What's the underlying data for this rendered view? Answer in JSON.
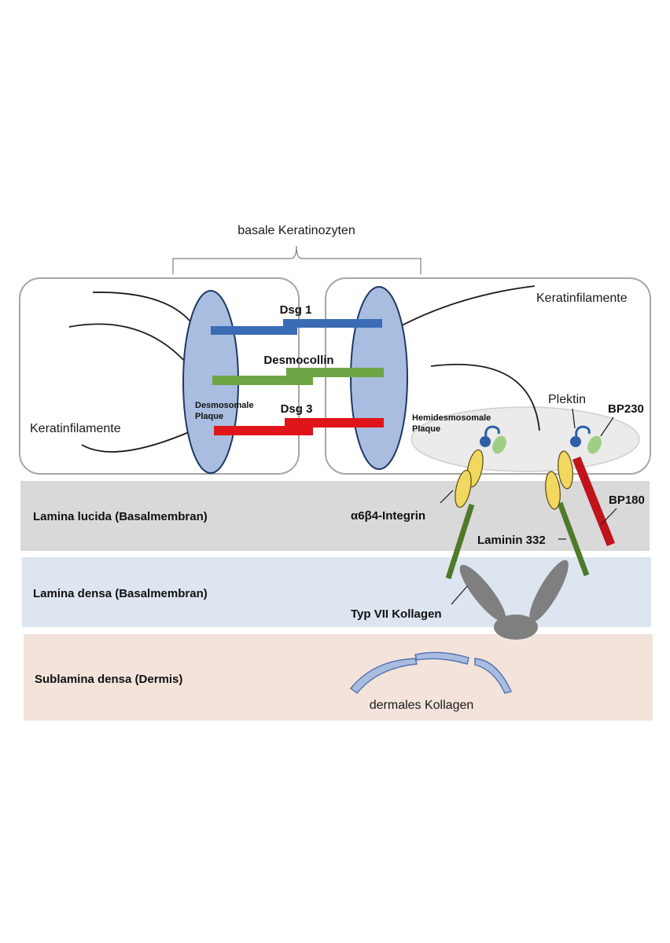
{
  "header": {
    "title": "basale Keratinozyten"
  },
  "cells": {
    "left_filament_label": "Keratinfilamente",
    "right_filament_label": "Keratinfilamente",
    "desmosome_plaque_line1": "Desmosomale",
    "desmosome_plaque_line2": "Plaque",
    "hemidesmosome_plaque_line1": "Hemidesmosomale",
    "hemidesmosome_plaque_line2": "Plaque"
  },
  "cadherins": {
    "dsg1": "Dsg 1",
    "desmocollin": "Desmocollin",
    "dsg3": "Dsg 3"
  },
  "hemidesmosome": {
    "plektin": "Plektin",
    "bp230": "BP230",
    "integrin": "α6β4-Integrin",
    "bp180": "BP180",
    "laminin": "Laminin 332",
    "collagen7": "Typ VII Kollagen"
  },
  "layers": {
    "lucida": "Lamina lucida (Basalmembran)",
    "densa": "Lamina densa (Basalmembran)",
    "sublamina": "Sublamina densa (Dermis)",
    "dermal_collagen": "dermales Kollagen"
  },
  "colors": {
    "dsg1": "#3a6cb5",
    "desmocollin": "#6ea544",
    "dsg3": "#e0141b",
    "plaque": "#a9bde0",
    "integrin": "#f2d760",
    "laminin": "#4f7a2a",
    "bp180": "#c0141b",
    "collagen7": "#7f7f7f",
    "lucida_band": "#d9d9d9",
    "densa_band": "#dde5f1",
    "sublamina_band": "#f3e3db"
  }
}
